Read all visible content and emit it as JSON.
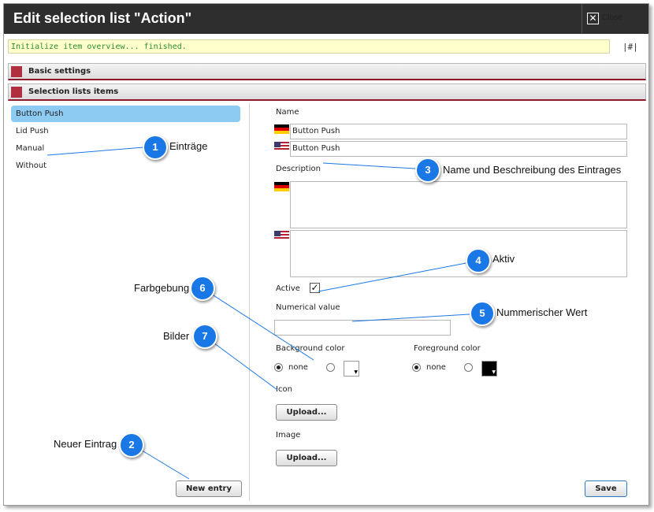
{
  "dialog": {
    "title": "Edit selection list \"Action\"",
    "close_label": "Close",
    "close_icon": "close-x-icon",
    "status_text": "Initialize item overview... finished.",
    "hash_link": "|#|"
  },
  "sections": [
    {
      "label": "Basic settings",
      "icon": "section-collapse-icon"
    },
    {
      "label": "Selection lists items",
      "icon": "section-collapse-icon"
    }
  ],
  "list": {
    "items": [
      "Button Push",
      "Lid Push",
      "Manual",
      "Without"
    ],
    "selected_index": 0,
    "new_entry_label": "New entry"
  },
  "form": {
    "name_label": "Name",
    "name_de": "Button Push",
    "name_en": "Button Push",
    "description_label": "Description",
    "description_de": "",
    "description_en": "",
    "active_label": "Active",
    "active_checked": true,
    "numerical_label": "Numerical value",
    "numerical_value": "",
    "background_label": "Background color",
    "background_none_label": "none",
    "foreground_label": "Foreground color",
    "foreground_none_label": "none",
    "icon_label": "Icon",
    "image_label": "Image",
    "upload_label": "Upload...",
    "save_label": "Save"
  },
  "colors": {
    "accent": "#1a78e6",
    "selection": "#8ecbf3",
    "section_border": "#8b1a2b",
    "status_bg": "#ffffcc",
    "status_text": "#2e8b2e",
    "bg_swatch": "#ffffff",
    "fg_swatch": "#000000"
  },
  "callouts": [
    {
      "number": "1",
      "text": "Einträge"
    },
    {
      "number": "2",
      "text": "Neuer Eintrag"
    },
    {
      "number": "3",
      "text": "Name und Beschreibung des Eintrages"
    },
    {
      "number": "4",
      "text": "Aktiv"
    },
    {
      "number": "5",
      "text": "Nummerischer Wert"
    },
    {
      "number": "6",
      "text": "Farbgebung"
    },
    {
      "number": "7",
      "text": "Bilder"
    }
  ]
}
